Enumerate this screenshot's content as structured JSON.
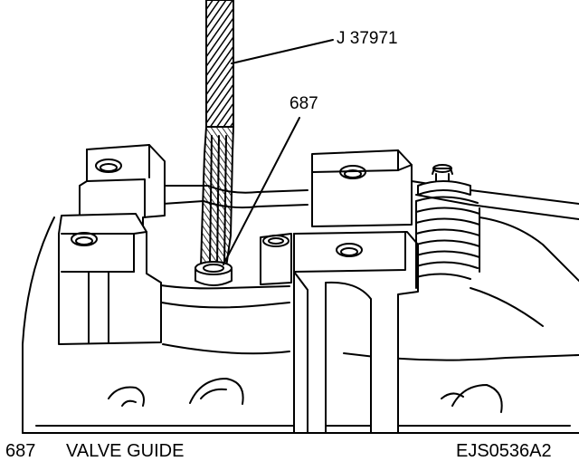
{
  "callouts": {
    "tool": "J 37971",
    "part": "687"
  },
  "legend": {
    "number": "687",
    "description": "VALVE GUIDE"
  },
  "figure_code": "EJS0536A2",
  "colors": {
    "ink": "#000000",
    "paper": "#ffffff"
  }
}
